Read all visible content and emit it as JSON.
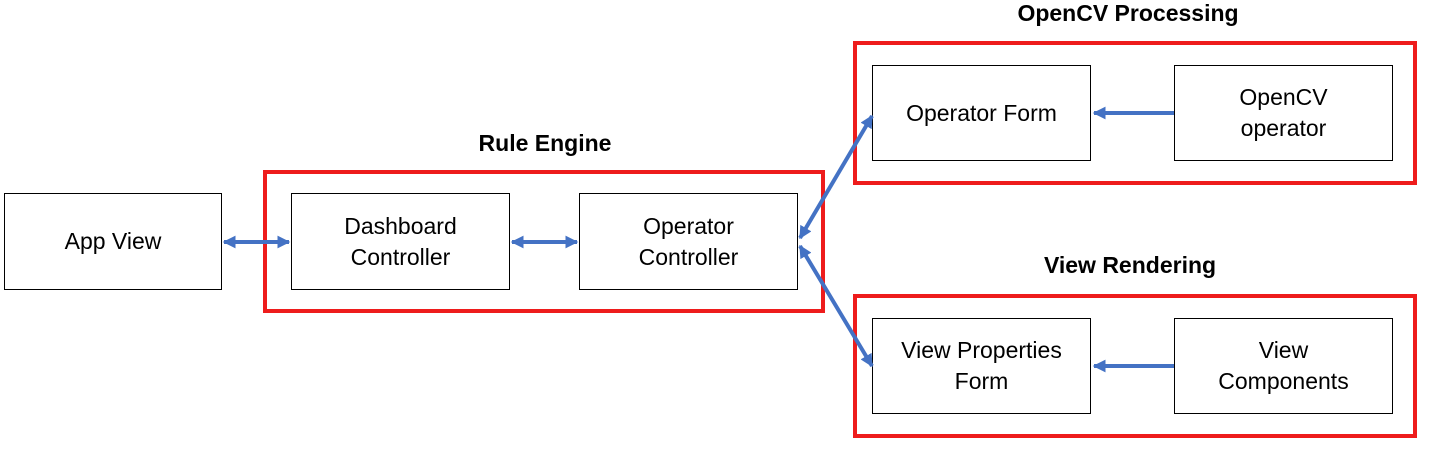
{
  "colors": {
    "group_border": "#ee1c1c",
    "arrow": "#4472c4",
    "box_border": "#000000"
  },
  "groups": {
    "rule_engine": {
      "title": "Rule Engine"
    },
    "opencv": {
      "title": "OpenCV Processing"
    },
    "view_rendering": {
      "title": "View Rendering"
    }
  },
  "boxes": {
    "app_view": {
      "lines": [
        "App View"
      ]
    },
    "dashboard_controller": {
      "lines": [
        "Dashboard",
        "Controller"
      ]
    },
    "operator_controller": {
      "lines": [
        "Operator",
        "Controller"
      ]
    },
    "operator_form": {
      "lines": [
        "Operator Form"
      ]
    },
    "opencv_operator": {
      "lines": [
        "OpenCV",
        "operator"
      ]
    },
    "view_properties_form": {
      "lines": [
        "View Properties",
        "Form"
      ]
    },
    "view_components": {
      "lines": [
        "View",
        "Components"
      ]
    }
  }
}
